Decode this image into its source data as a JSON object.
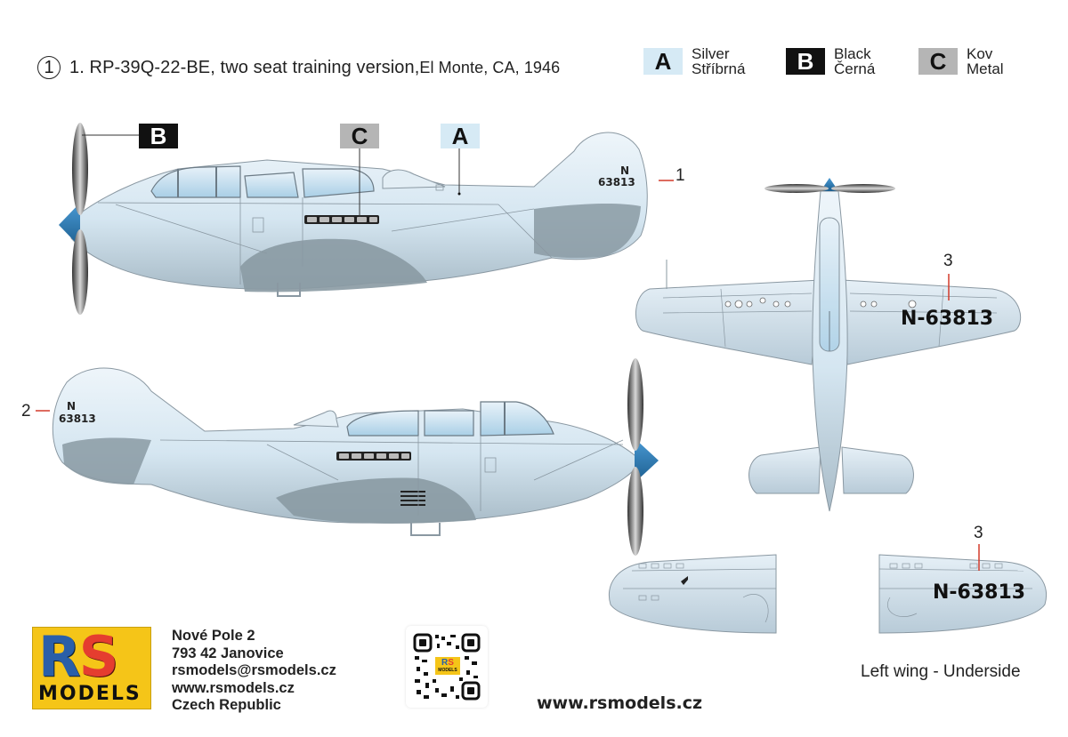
{
  "header": {
    "scheme_number": "1",
    "title": "1. RP-39Q-22-BE, two seat training version,",
    "location": "El Monte, CA, 1946"
  },
  "legend": [
    {
      "code": "A",
      "en": "Silver",
      "cz": "Stříbrná",
      "color": "#d6eaf5",
      "text_color": "#111111"
    },
    {
      "code": "B",
      "en": "Black",
      "cz": "Černá",
      "color": "#111111",
      "text_color": "#ffffff"
    },
    {
      "code": "C",
      "en": "Kov",
      "cz": "Metal",
      "color": "#b5b5b5",
      "text_color": "#111111"
    }
  ],
  "callouts": {
    "propeller": "B",
    "exhaust": "C",
    "fuselage": "A"
  },
  "markings": {
    "tail_letter": "N",
    "tail_number": "63813",
    "wing_registration": "N-63813",
    "decal_1": "1",
    "decal_2": "2",
    "decal_3_top": "3",
    "decal_3_under": "3"
  },
  "views": {
    "left_wing_caption": "Left wing - Underside"
  },
  "footer": {
    "logo_letters_1": "R",
    "logo_letters_2": "S",
    "logo_word": "MODELS",
    "address": [
      "Nové Pole 2",
      "793 42 Janovice",
      "rsmodels@rsmodels.cz",
      "www.rsmodels.cz",
      "Czech Republic"
    ],
    "website": "www.rsmodels.cz"
  },
  "colors": {
    "silver_fill": "#d8e8f2",
    "spinner_blue": "#2a7fbf",
    "underside_shadow": "#8a9aa3",
    "panel_line": "#8a98a2",
    "red_leader": "#d23a2a"
  }
}
